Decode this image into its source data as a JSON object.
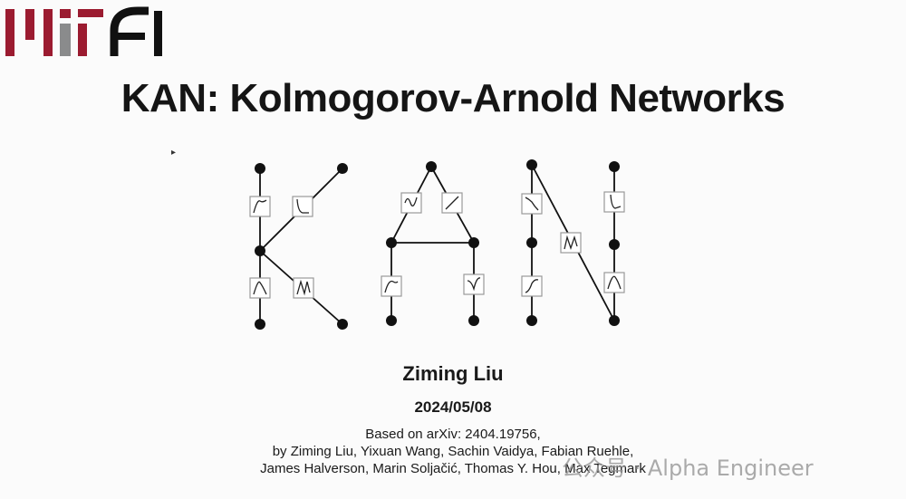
{
  "logo": {
    "text": "MIT FI",
    "brand_color": "#9b1b30",
    "accent_gray": "#8a8b8c"
  },
  "slide": {
    "title": "KAN: Kolmogorov-Arnold Networks",
    "author": "Ziming Liu",
    "date": "2024/05/08",
    "citation_line1": "Based on arXiv: 2404.19756,",
    "citation_line2": "by Ziming Liu, Yixuan Wang, Sachin Vaidya, Fabian Ruehle,",
    "citation_line3": "James Halverson, Marin Soljačić, Thomas Y. Hou, Max Tegmark"
  },
  "watermark": {
    "text": "公众号 · Alpha Engineer"
  }
}
